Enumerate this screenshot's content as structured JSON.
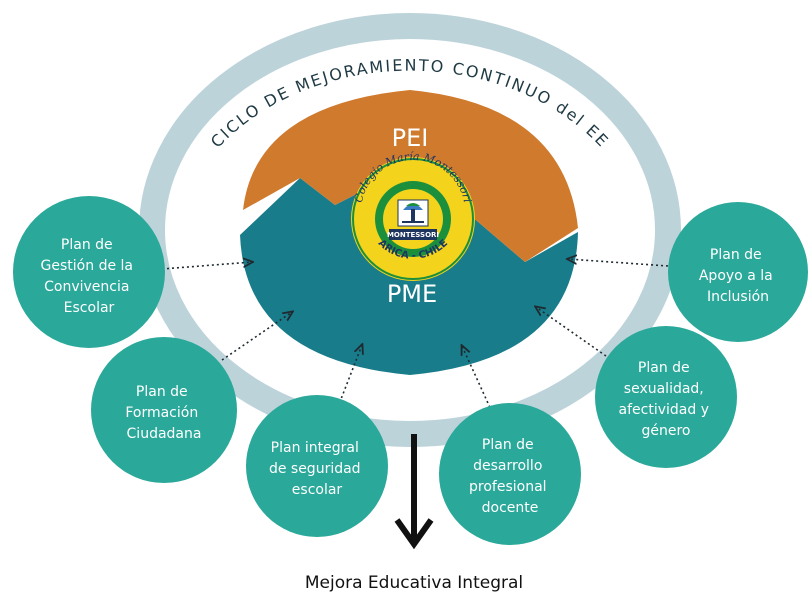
{
  "ring_title": "CICLO DE MEJORAMIENTO CONTINUO del EE",
  "top_segment": "PEI",
  "bottom_segment": "PME",
  "logo": {
    "top_text": "Colegio María Montessori",
    "band_text": "MONTESSORI",
    "bottom_text": "ARICA - CHILE"
  },
  "plans": [
    {
      "lines": [
        "Plan de",
        "Gestión de la",
        "Convivencia",
        "Escolar"
      ]
    },
    {
      "lines": [
        "Plan de",
        "Formación",
        "Ciudadana"
      ]
    },
    {
      "lines": [
        "Plan integral",
        "de seguridad",
        "escolar"
      ]
    },
    {
      "lines": [
        "Plan de",
        "desarrollo",
        "profesional",
        "docente"
      ]
    },
    {
      "lines": [
        "Plan de",
        "sexualidad,",
        "afectividad y",
        "género"
      ]
    },
    {
      "lines": [
        "Plan de",
        "Apoyo a la",
        "Inclusión"
      ]
    }
  ],
  "caption": "Mejora Educativa Integral",
  "colors": {
    "ring": "#bdd3da",
    "pei": "#d07a2e",
    "pme": "#187c8a",
    "bubble": "#2aa89a",
    "logo_ring": "#1c8f3c",
    "logo_yellow": "#f3d31c",
    "logo_navy": "#1e3560",
    "arrow": "#111111"
  }
}
